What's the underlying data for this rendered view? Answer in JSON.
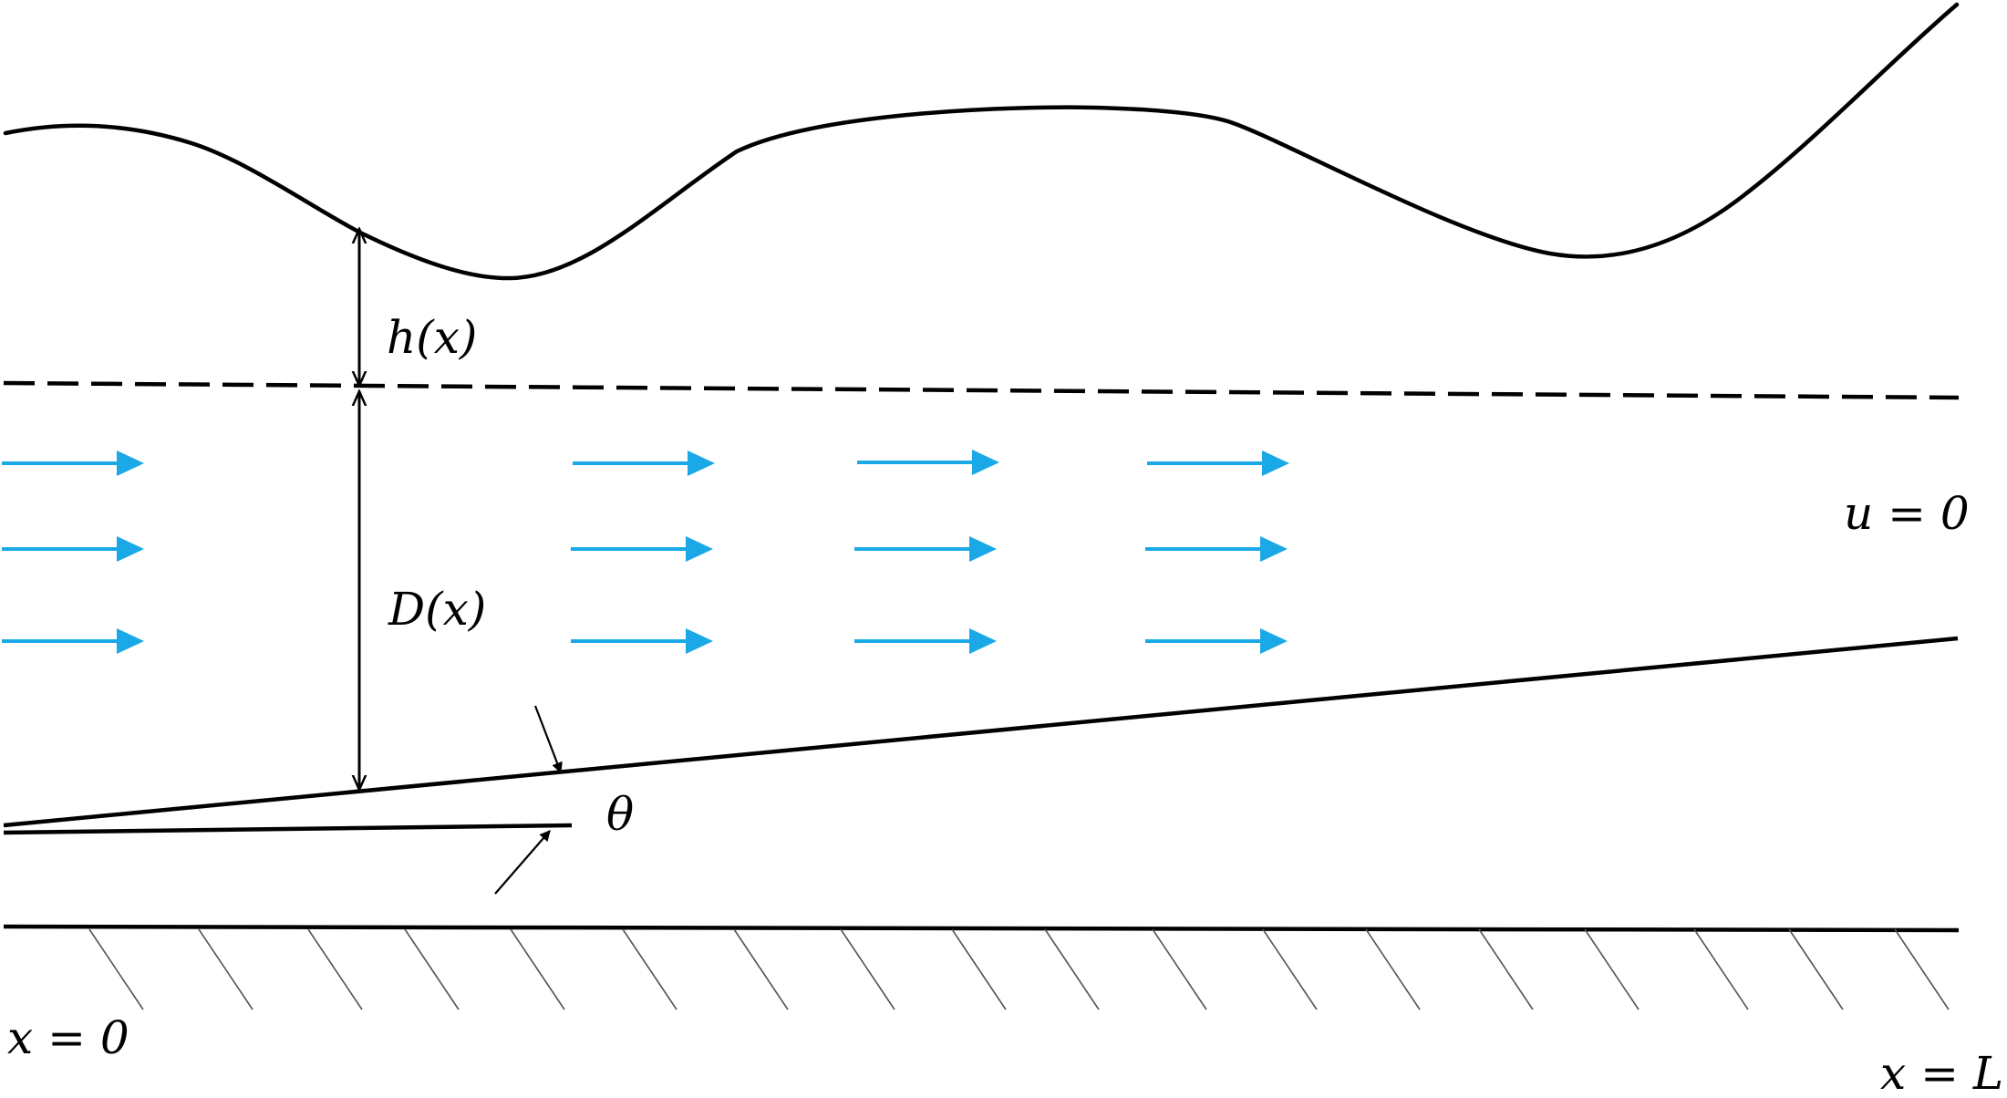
{
  "labels": {
    "height": "h(x)",
    "depth": "D(x)",
    "velocity": "u = 0",
    "angle": "θ",
    "x_start": "x = 0",
    "x_end": "x = L"
  },
  "colors": {
    "line": "#000000",
    "flow_arrow": "#1aa8e6",
    "hatch": "#555555"
  },
  "flow_arrows": {
    "count": 12,
    "direction": "right"
  }
}
